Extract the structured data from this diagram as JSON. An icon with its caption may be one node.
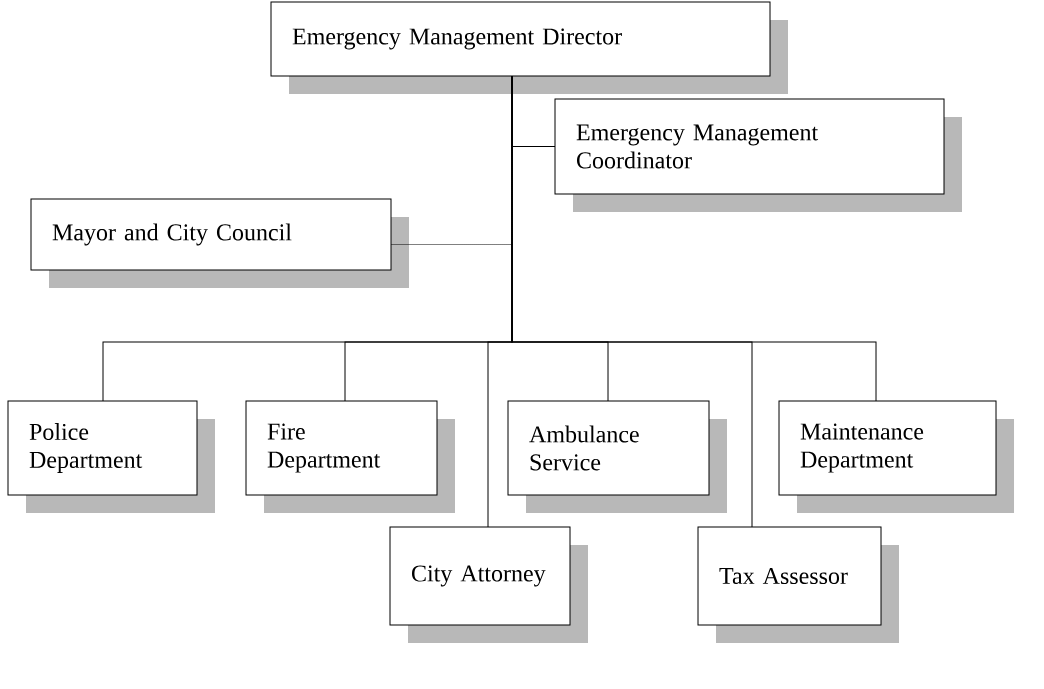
{
  "diagram": {
    "nodes": [
      {
        "text": [
          "Emergency Management Director"
        ]
      },
      {
        "text": [
          "Emergency Management Coordinator"
        ]
      },
      {
        "text": [
          "Mayor and City Council"
        ]
      },
      {
        "text": [
          "Police Department"
        ]
      },
      {
        "text": [
          "Fire Department"
        ]
      },
      {
        "text": [
          "Ambulance Service"
        ]
      },
      {
        "text": [
          "Maintenance Department"
        ]
      },
      {
        "text": [
          "City Attorney"
        ]
      },
      {
        "text": [
          "Tax Assessor"
        ]
      }
    ],
    "edges": [
      {
        "from": 0,
        "to": 1,
        "arrow": "none"
      },
      {
        "from": 0,
        "to": 2,
        "arrow": "none",
        "style": "dashed"
      },
      {
        "from": 0,
        "to": 3,
        "arrow": "none"
      },
      {
        "from": 0,
        "to": 4,
        "arrow": "none"
      },
      {
        "from": 0,
        "to": 7,
        "arrow": "none"
      },
      {
        "from": 0,
        "to": 5,
        "arrow": "none"
      },
      {
        "from": 0,
        "to": 8,
        "arrow": "none"
      },
      {
        "from": 0,
        "to": 6,
        "arrow": "none"
      }
    ]
  }
}
